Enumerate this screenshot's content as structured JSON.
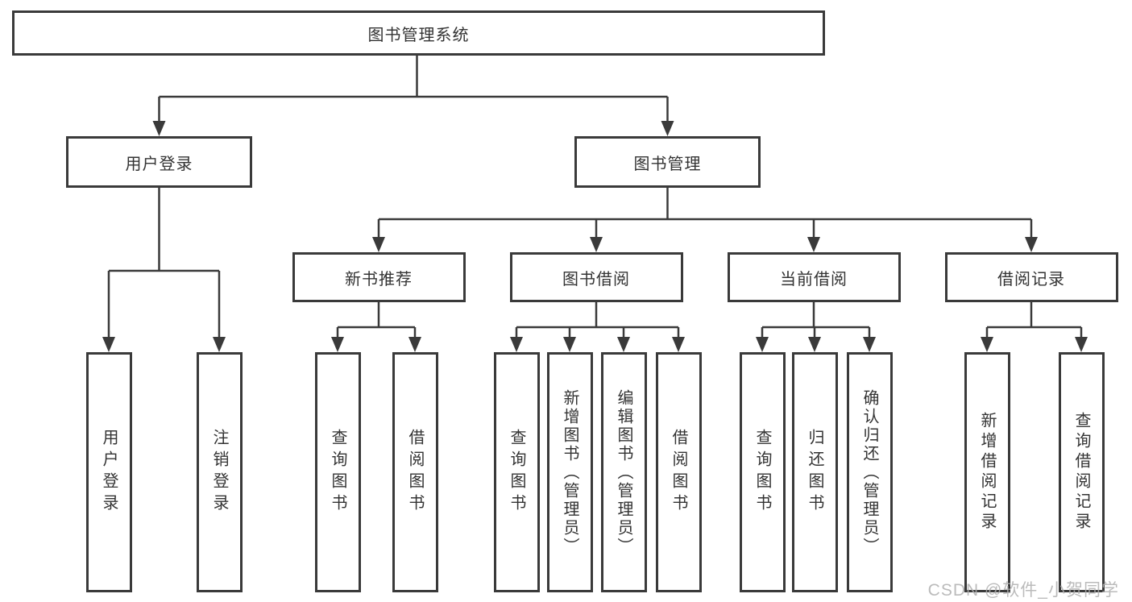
{
  "tree": {
    "root": {
      "label": "图书管理系统",
      "children": [
        {
          "label": "用户登录",
          "children": [
            {
              "label": "用户登录"
            },
            {
              "label": "注销登录"
            }
          ]
        },
        {
          "label": "图书管理",
          "children": [
            {
              "label": "新书推荐",
              "children": [
                {
                  "label": "查询图书"
                },
                {
                  "label": "借阅图书"
                }
              ]
            },
            {
              "label": "图书借阅",
              "children": [
                {
                  "label": "查询图书"
                },
                {
                  "label": "新增图书（管理员）"
                },
                {
                  "label": "编辑图书（管理员）"
                },
                {
                  "label": "借阅图书"
                }
              ]
            },
            {
              "label": "当前借阅",
              "children": [
                {
                  "label": "查询图书"
                },
                {
                  "label": "归还图书"
                },
                {
                  "label": "确认归还（管理员）"
                }
              ]
            },
            {
              "label": "借阅记录",
              "children": [
                {
                  "label": "新增借阅记录"
                },
                {
                  "label": "查询借阅记录"
                }
              ]
            }
          ]
        }
      ]
    }
  },
  "watermark": {
    "text": "CSDN @软件_小贺同学"
  },
  "colors": {
    "line": "#3a3a3a",
    "box_border": "#3a3a3a",
    "text": "#333333",
    "watermark": "#afafaf",
    "background": "#ffffff"
  }
}
